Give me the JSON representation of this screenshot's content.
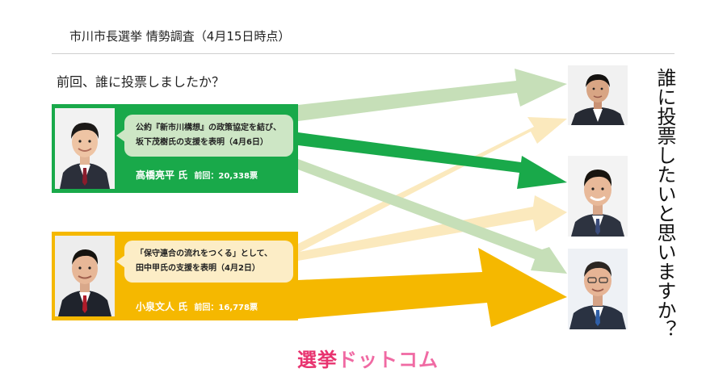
{
  "header": {
    "title": "市川市長選挙 情勢調査（4月15日時点）"
  },
  "question_left": "前回、誰に投票しましたか？",
  "question_right": "誰に投票したいと思いますか？",
  "colors": {
    "green": "#19a94a",
    "green_light": "#c6dfb8",
    "yellow": "#f5b800",
    "yellow_light": "#fbe9bd",
    "logo_pink": "#ee4a8e"
  },
  "previous_candidates": [
    {
      "name": "高橋亮平 氏",
      "votes": "前回：20,338票",
      "note_line1": "公約『新市川構想』の政策協定を結び、",
      "note_line2": "坂下茂樹氏の支援を表明（4月6日）",
      "color": "green"
    },
    {
      "name": "小泉文人 氏",
      "votes": "前回：16,778票",
      "note_line1": "「保守連合の流れをつくる」として、",
      "note_line2": "田中甲氏の支援を表明（4月2日）",
      "color": "yellow"
    }
  ],
  "current_candidates": [
    {
      "photo": "candidate-1-photo"
    },
    {
      "photo": "candidate-2-photo"
    },
    {
      "photo": "candidate-3-photo"
    }
  ],
  "flows": [
    {
      "from": 0,
      "to": 0,
      "strength": "medium",
      "color": "green_light"
    },
    {
      "from": 0,
      "to": 1,
      "strength": "large",
      "color": "green"
    },
    {
      "from": 0,
      "to": 2,
      "strength": "medium",
      "color": "green_light"
    },
    {
      "from": 1,
      "to": 0,
      "strength": "small",
      "color": "yellow_light"
    },
    {
      "from": 1,
      "to": 1,
      "strength": "small",
      "color": "yellow_light"
    },
    {
      "from": 1,
      "to": 2,
      "strength": "large",
      "color": "yellow"
    }
  ],
  "logo": {
    "part1": "選挙",
    "part2": "ドットコム"
  }
}
